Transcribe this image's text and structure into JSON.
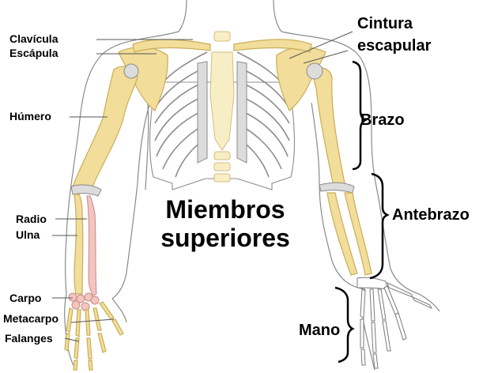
{
  "labels": {
    "clavicula": "Clavícula",
    "escapula": "Escápula",
    "humero": "Húmero",
    "radio": "Radio",
    "ulna": "Ulna",
    "carpo": "Carpo",
    "metacarpo": "Metacarpo",
    "falanges": "Falanges"
  },
  "regions": {
    "cintura_line1": "Cintura",
    "cintura_line2": "escapular",
    "brazo": "Brazo",
    "antebrazo": "Antebrazo",
    "mano": "Mano"
  },
  "title": {
    "line1": "Miembros",
    "line2": "superiores"
  },
  "colors": {
    "bone": "#f2dd9a",
    "bone_outline": "#c9ae58",
    "body_outline": "#8a8a8a",
    "carpal_highlight": "#f4c5c0",
    "text": "#000000"
  }
}
